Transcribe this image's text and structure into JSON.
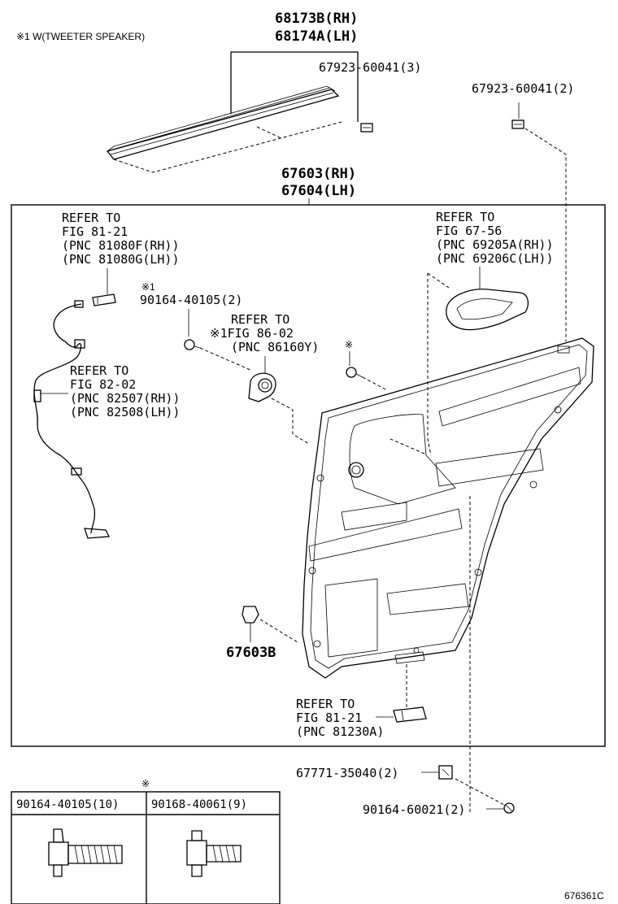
{
  "note": "※1 W(TWEETER SPEAKER)",
  "labels": {
    "moulding_rh": "68173B(RH)",
    "moulding_lh": "68174A(LH)",
    "clip_3": "67923-60041(3)",
    "clip_2": "67923-60041(2)",
    "board_rh": "67603(RH)",
    "board_lh": "67604(LH)",
    "ref1_l1": "REFER TO",
    "ref1_l2": "FIG 81-21",
    "ref1_l3": "(PNC 81080F(RH))",
    "ref1_l4": "(PNC 81080G(LH))",
    "ref2_l1": "REFER TO",
    "ref2_l2": "FIG 67-56",
    "ref2_l3": "(PNC 69205A(RH))",
    "ref2_l4": "(PNC 69206C(LH))",
    "screw_mark": "※1",
    "screw_pn": "90164-40105(2)",
    "ref3_l1": "REFER TO",
    "ref3_l2": "※1FIG 86-02",
    "ref3_l3": "(PNC 86160Y)",
    "star_mark": "※",
    "ref4_l1": "REFER TO",
    "ref4_l2": "FIG 82-02",
    "ref4_l3": "(PNC 82507(RH))",
    "ref4_l4": "(PNC 82508(LH))",
    "clip_67603b": "67603B",
    "ref5_l1": "REFER TO",
    "ref5_l2": "FIG 81-21",
    "ref5_l3": "(PNC 81230A)",
    "retainer": "67771-35040(2)",
    "screw_bottom": "90164-60021(2)",
    "table_mark": "※",
    "table_col1": "90164-40105(10)",
    "table_col2": "90168-40061(9)",
    "drawing_no": "676361C"
  }
}
